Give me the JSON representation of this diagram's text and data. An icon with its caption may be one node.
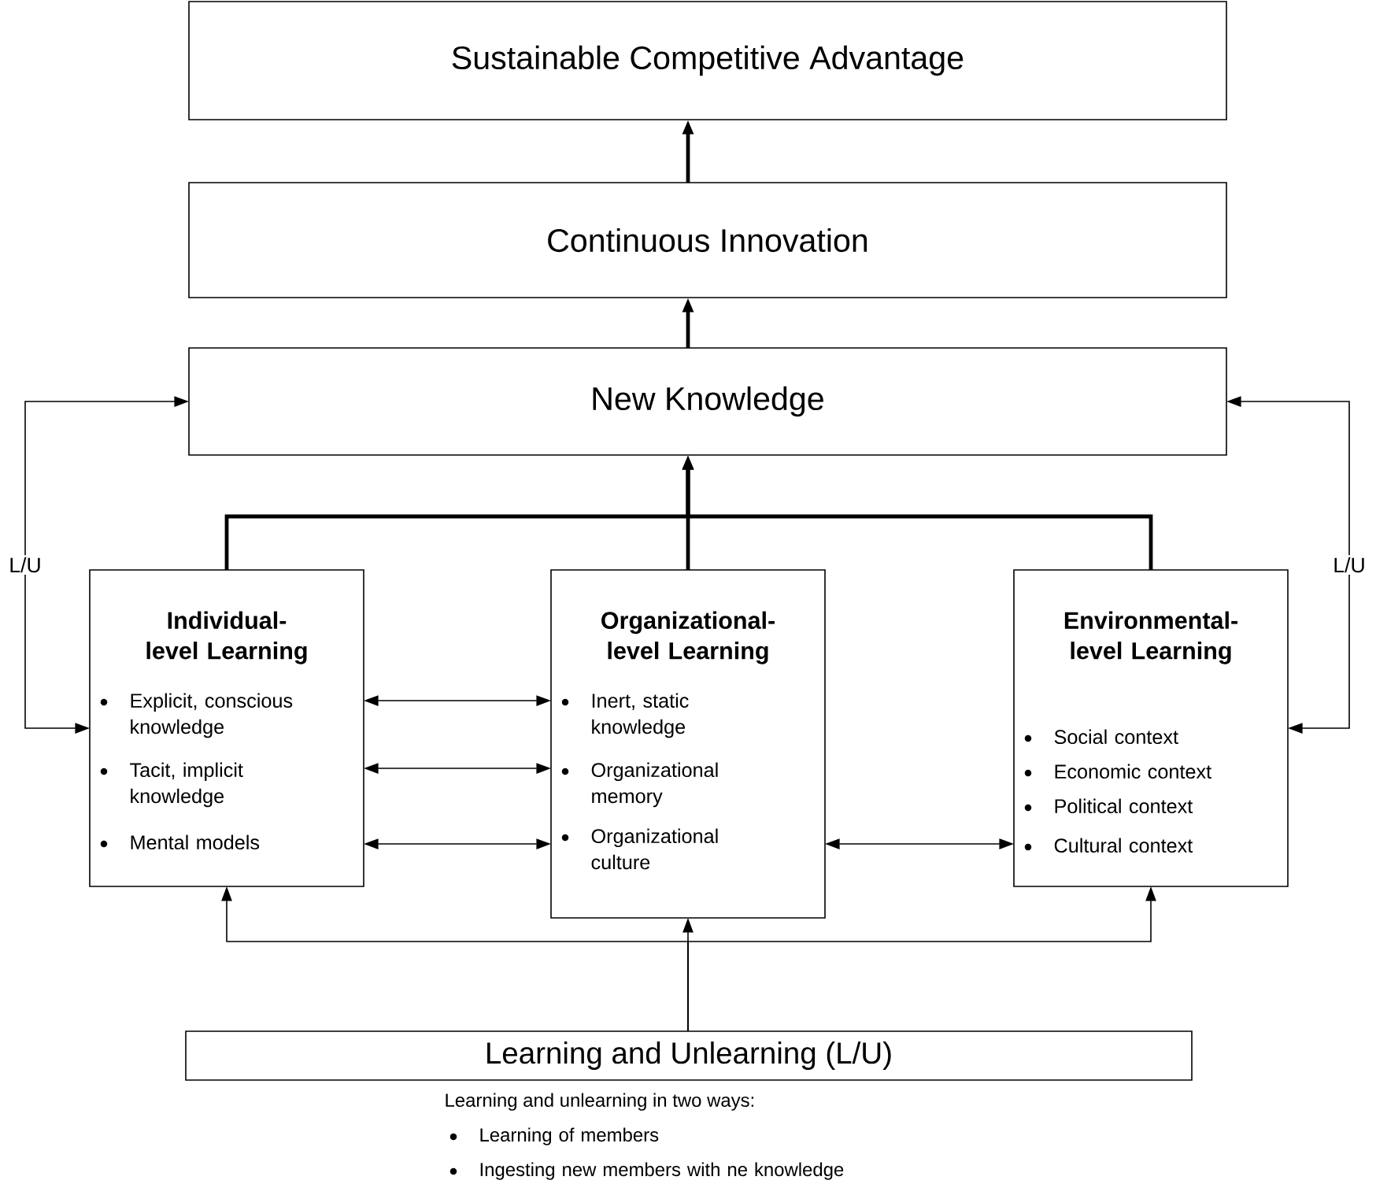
{
  "diagram": {
    "nodes": [
      {
        "text": [
          "Sustainable Competitive Advantage"
        ]
      },
      {
        "text": [
          "Continuous Innovation"
        ]
      },
      {
        "text": [
          "New Knowledge"
        ]
      },
      {
        "text": [
          "Individual-level Learning",
          "Explicit, conscious knowledge",
          "Tacit, implicit knowledge",
          "Mental models"
        ]
      },
      {
        "text": [
          "Organizational-level Learning",
          "Inert, static knowledge",
          "Organizational memory",
          "Organizational culture"
        ]
      },
      {
        "text": [
          "Environmental-level Learning",
          "Social context",
          "Economic context",
          "Political context",
          "Cultural context"
        ]
      },
      {
        "text": [
          "Learning and Unlearning (L/U)"
        ],
        "beside": [
          "Learning and unlearning in two ways:",
          "Learning of members",
          "Ingesting new members with ne knowledge"
        ]
      }
    ],
    "edges": [
      {
        "from": 1,
        "to": 0,
        "arrow": "to",
        "style": "thick"
      },
      {
        "from": 2,
        "to": 1,
        "arrow": "to",
        "style": "thick"
      },
      {
        "from": 3,
        "to": 2,
        "arrow": "to",
        "style": "thick"
      },
      {
        "from": 4,
        "to": 2,
        "arrow": "to",
        "style": "thick"
      },
      {
        "from": 5,
        "to": 2,
        "arrow": "to",
        "style": "thick"
      },
      {
        "from": 2,
        "to": 3,
        "arrow": "both",
        "label": "L/U"
      },
      {
        "from": 2,
        "to": 5,
        "arrow": "both",
        "label": "L/U"
      },
      {
        "from": 3,
        "to": 4,
        "arrow": "both"
      },
      {
        "from": 3,
        "to": 4,
        "arrow": "both"
      },
      {
        "from": 3,
        "to": 4,
        "arrow": "both"
      },
      {
        "from": 4,
        "to": 5,
        "arrow": "both"
      },
      {
        "from": 6,
        "to": 3,
        "arrow": "to"
      },
      {
        "from": 6,
        "to": 4,
        "arrow": "to"
      },
      {
        "from": 6,
        "to": 5,
        "arrow": "to"
      }
    ]
  }
}
